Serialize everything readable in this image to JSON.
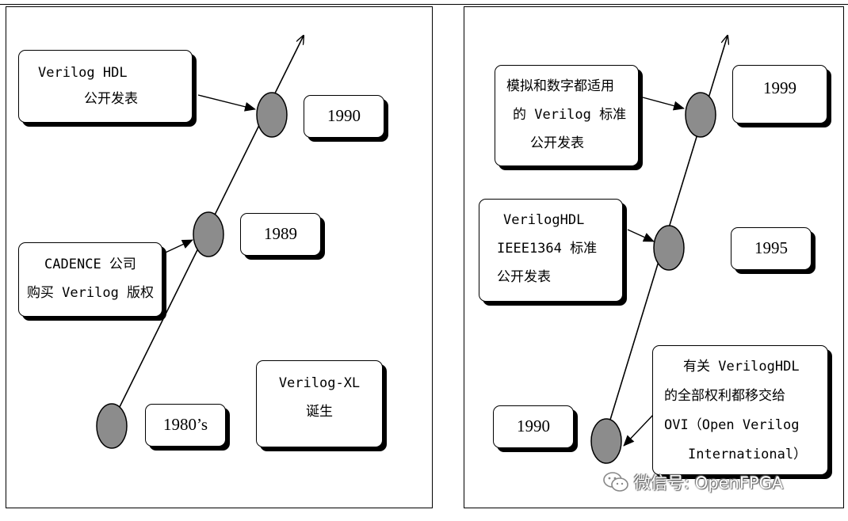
{
  "left_panel": {
    "events": [
      {
        "lines": [
          "Verilog HDL",
          "公开发表"
        ],
        "year": "1990"
      },
      {
        "lines": [
          "CADENCE 公司",
          "购买 Verilog 版权"
        ],
        "year": "1989"
      },
      {
        "lines": [
          "Verilog-XL",
          "诞生"
        ],
        "year": "1980’s"
      }
    ]
  },
  "right_panel": {
    "events": [
      {
        "lines": [
          "模拟和数字都适用",
          "的 Verilog 标准",
          "公开发表"
        ],
        "year": "1999"
      },
      {
        "lines": [
          "VerilogHDL",
          "IEEE1364 标准",
          "公开发表"
        ],
        "year": "1995"
      },
      {
        "lines": [
          "有关 VerilogHDL",
          "的全部权利都移交给",
          "OVI（Open Verilog",
          "International）"
        ],
        "year": "1990"
      }
    ]
  },
  "colors": {
    "node_fill": "#8c8c8c",
    "line": "#000000",
    "box_bg": "#ffffff"
  },
  "watermark": {
    "icon": "wechat-icon",
    "text": "微信号: OpenFPGA"
  }
}
